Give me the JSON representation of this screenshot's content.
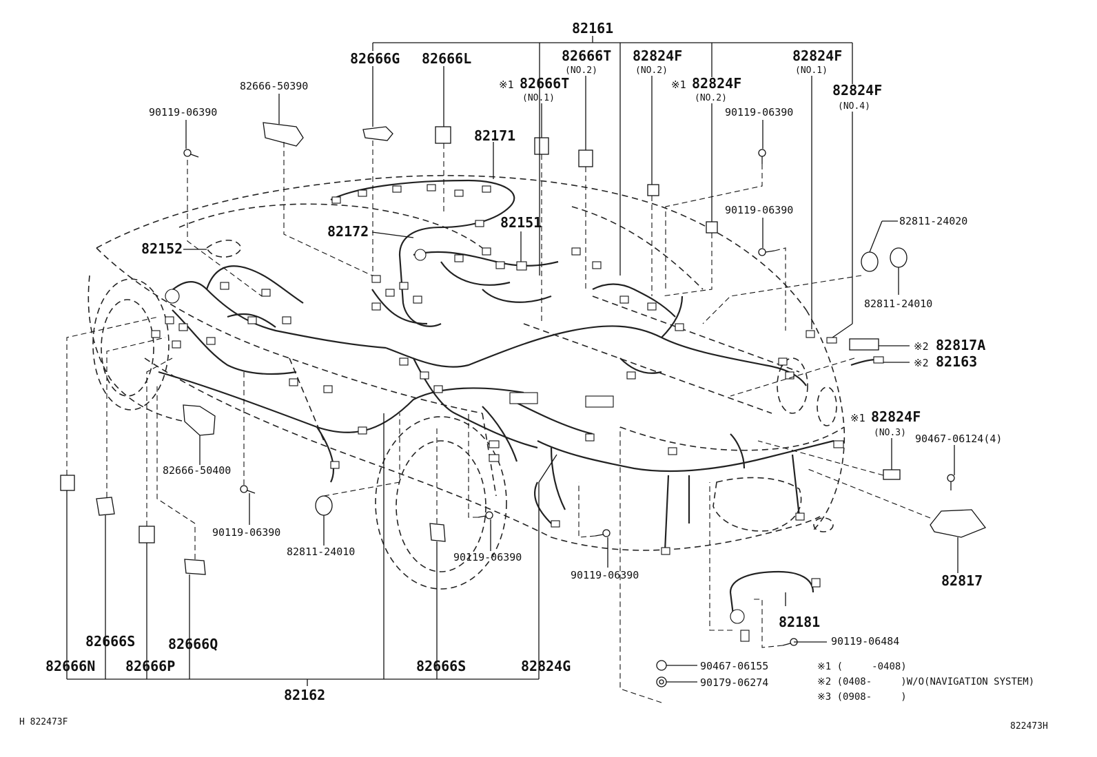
{
  "labels": {
    "p82161": "82161",
    "p82666G": "82666G",
    "p82666L": "82666L",
    "p82666T": "82666T",
    "p82666T_no2": "(NO.2)",
    "p82824F_a": "82824F",
    "p82824F_a_no": "(NO.2)",
    "p82824F_b": "82824F",
    "p82824F_b_no": "(NO.1)",
    "p82824F_c": "82824F",
    "p82824F_c_no": "(NO.4)",
    "mark1a": "※1",
    "p82666T_1": "82666T",
    "p82666T_1_no": "(NO.1)",
    "mark1b": "※1",
    "p82824F_d": "82824F",
    "p82824F_d_no": "(NO.2)",
    "p82666_50390": "82666-50390",
    "p90119_a": "90119-06390",
    "p90119_b": "90119-06390",
    "p90119_c": "90119-06390",
    "p82171": "82171",
    "p82172": "82172",
    "p82151": "82151",
    "p82152": "82152",
    "p82811_24020": "82811-24020",
    "p82811_24010_a": "82811-24010",
    "mark2a": "※2",
    "p82817A": "82817A",
    "mark2b": "※2",
    "p82163": "82163",
    "mark1c": "※1",
    "p82824F_e": "82824F",
    "p82824F_e_no": "(NO.3)",
    "p90467_06124": "90467-06124(4)",
    "p82666_50400": "82666-50400",
    "p90119_d": "90119-06390",
    "p82811_24010_b": "82811-24010",
    "p90119_e": "90119-06390",
    "p90119_f": "90119-06390",
    "p82817": "82817",
    "p82181": "82181",
    "p90119_06484": "90119-06484",
    "p90467_06155": "90467-06155",
    "p90179_06274": "90179-06274",
    "p82666S_a": "82666S",
    "p82666Q": "82666Q",
    "p82666N": "82666N",
    "p82666P": "82666P",
    "p82666S_b": "82666S",
    "p82824G": "82824G",
    "p82162": "82162"
  },
  "notes": {
    "n1": "※1 (     -0408)",
    "n2": "※2 (0408-     )W/O(NAVIGATION SYSTEM)",
    "n3": "※3 (0908-     )"
  },
  "footer": {
    "left": "H 822473F",
    "right": "822473H"
  }
}
